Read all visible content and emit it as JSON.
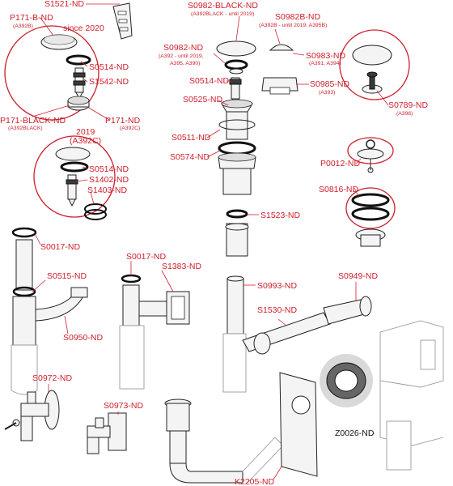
{
  "colors": {
    "accent": "#cc1f2b",
    "outline": "#222222",
    "ghost": "#9a9a9a"
  },
  "labels": {
    "s1521": "S1521-ND",
    "p171b": "P171-B-ND",
    "p171b_sub": "(A392B)",
    "since2020": "since 2020",
    "s0514a": "S0514-ND",
    "s1542": "S1542-ND",
    "p171black": "P171-BLACK-ND",
    "p171black_sub": "(A392BLACK)",
    "p171": "P171-ND",
    "p171_sub": "(A392C)",
    "y2019": "2019",
    "a392c": "(A392C)",
    "s0514b": "S0514-ND",
    "s1402": "S1402-ND",
    "s1403": "S1403-ND",
    "s0982black": "S0982-BLACK-ND",
    "s0982black_sub": "(A392BLACK - until 2019)",
    "s0982b": "S0982B-ND",
    "s0982b_sub": "(A392B - until 2019, A395B)",
    "s0982": "S0982-ND",
    "s0982_sub1": "(A392 - until 2019,",
    "s0982_sub2": "A395, A390)",
    "s0983": "S0983-ND",
    "s0983_sub": "(A391, A394)",
    "s0514c": "S0514-ND",
    "s0985": "S0985-ND",
    "s0985_sub": "(A393)",
    "s0525": "S0525-ND",
    "s0789": "S0789-ND",
    "s0789_sub": "(A396)",
    "s0511": "S0511-ND",
    "s0574": "S0574-ND",
    "p0012": "P0012-ND",
    "s0816": "S0816-ND",
    "s1523": "S1523-ND",
    "s0017a": "S0017-ND",
    "s0017b": "S0017-ND",
    "s1383": "S1383-ND",
    "s0515": "S0515-ND",
    "s0950": "S0950-ND",
    "s0993": "S0993-ND",
    "s0949": "S0949-ND",
    "s1530": "S1530-ND",
    "s0972": "S0972-ND",
    "s0973": "S0973-ND",
    "z0026": "Z0026-ND",
    "k2205": "K2205-ND"
  }
}
